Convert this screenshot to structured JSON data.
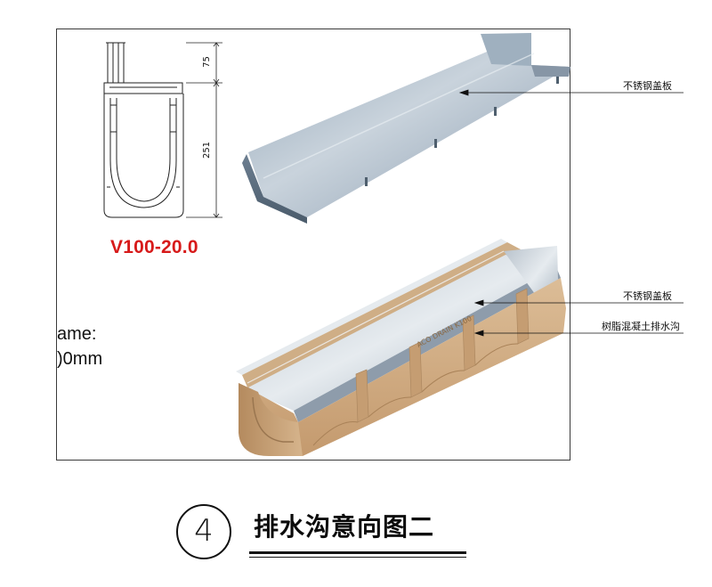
{
  "figure": {
    "model_code": "V100-20.0",
    "dimension_top": "75",
    "dimension_depth": "251",
    "partial_text_line1": "ame:",
    "partial_text_line2": ")0mm",
    "callouts": {
      "cover_top": "不锈钢盖板",
      "cover_bottom": "不锈钢盖板",
      "channel": "树脂混凝土排水沟"
    },
    "channel_imprint": "ACO DRAIN K100"
  },
  "caption": {
    "number": "4",
    "title": "排水沟意向图二"
  }
}
